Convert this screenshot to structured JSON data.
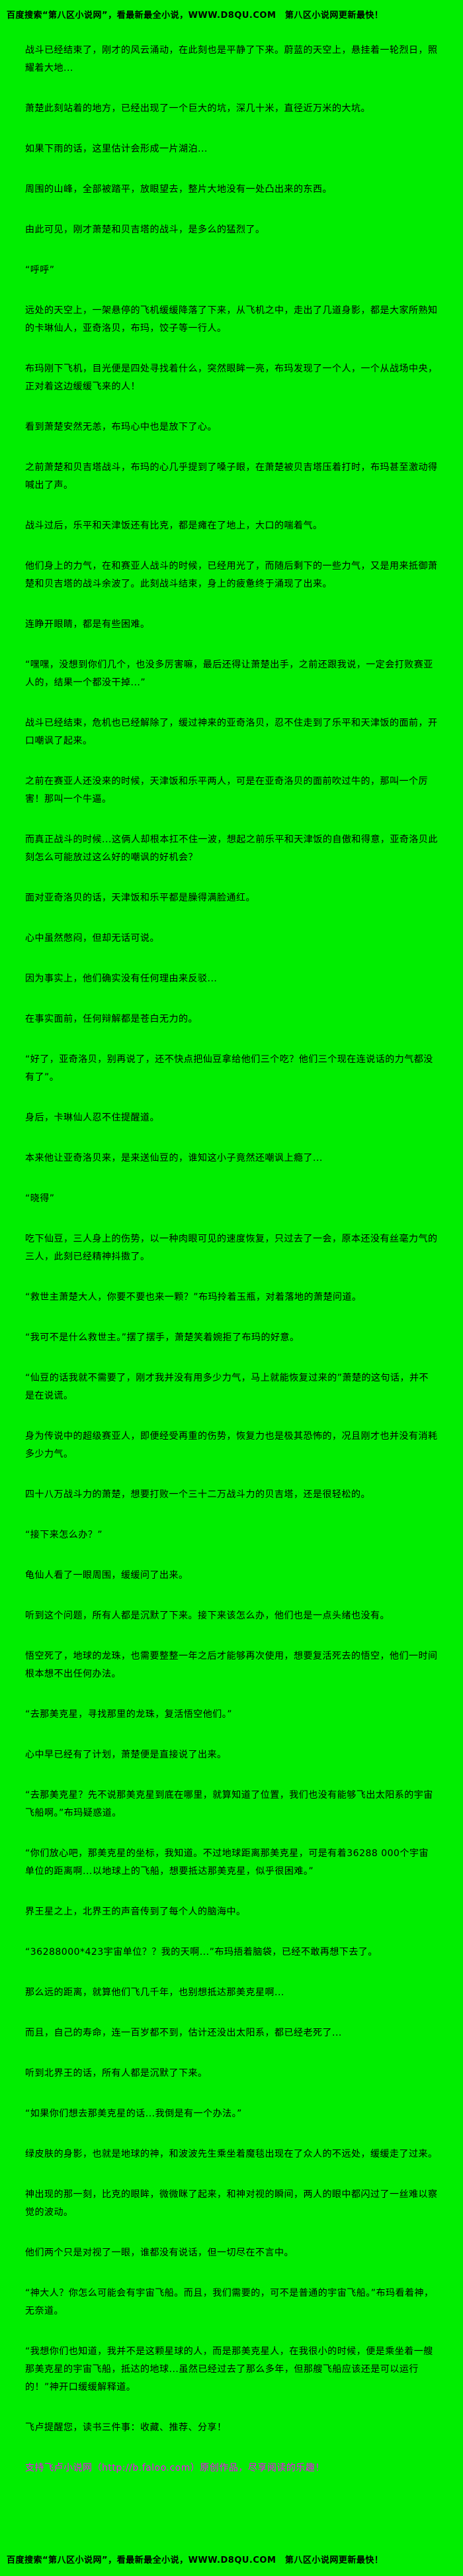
{
  "colors": {
    "background": "#00ee00",
    "text": "#000000",
    "promo_text": "#ff00ff"
  },
  "header": {
    "text": "百度搜索“第八区小说网”，看最新最全小说，WWW.D8QU.COM　第八区小说网更新最快！"
  },
  "content": {
    "paragraphs": [
      "战斗已经结束了，刚才的风云涌动，在此刻也是平静了下来。蔚蓝的天空上，悬挂着一轮烈日，照耀着大地...",
      "萧楚此刻站着的地方，已经出现了一个巨大的坑，深几十米，直径近万米的大坑。",
      "如果下雨的话，这里估计会形成一片湖泊...",
      "周围的山峰，全部被踏平，放眼望去，整片大地没有一处凸出来的东西。",
      "由此可见，刚才萧楚和贝吉塔的战斗，是多么的猛烈了。",
      "“呼呼”",
      "远处的天空上，一架悬停的飞机缓缓降落了下来，从飞机之中，走出了几道身影，都是大家所熟知的卡琳仙人，亚奇洛贝，布玛，饺子等一行人。",
      "布玛刚下飞机，目光便是四处寻找着什么，突然眼眸一亮，布玛发现了一个人，一个从战场中央，正对着这边缓缓飞来的人！",
      "看到萧楚安然无恙，布玛心中也是放下了心。",
      "之前萧楚和贝吉塔战斗，布玛的心几乎提到了嗓子眼，在萧楚被贝吉塔压着打时，布玛甚至激动得喊出了声。",
      "战斗过后，乐平和天津饭还有比克，都是瘫在了地上，大口的喘着气。",
      "他们身上的力气，在和赛亚人战斗的时候，已经用光了，而随后剩下的一些力气，又是用来抵御萧楚和贝吉塔的战斗余波了。此刻战斗结束，身上的疲惫终于涌现了出来。",
      "连睁开眼睛，都是有些困难。",
      "“嘿嘿，没想到你们几个，也没多厉害嘛，最后还得让萧楚出手，之前还跟我说，一定会打败赛亚人的，结果一个都没干掉...”",
      "战斗已经结束，危机也已经解除了，缓过神来的亚奇洛贝，忍不住走到了乐平和天津饭的面前，开口嘲讽了起来。",
      "之前在赛亚人还没来的时候，天津饭和乐平两人，可是在亚奇洛贝的面前吹过牛的，那叫一个厉害！那叫一个牛逼。",
      "而真正战斗的时候...这俩人却根本扛不住一波，想起之前乐平和天津饭的自傲和得意，亚奇洛贝此刻怎么可能放过这么好的嘲讽的好机会？",
      "面对亚奇洛贝的话，天津饭和乐平都是臊得满脸通红。",
      "心中虽然憋闷，但却无话可说。",
      "因为事实上，他们确实没有任何理由来反驳...",
      "在事实面前，任何辩解都是苍白无力的。",
      "“好了，亚奇洛贝，别再说了，还不快点把仙豆拿给他们三个吃？他们三个现在连说话的力气都没有了”。",
      "身后，卡琳仙人忍不住提醒道。",
      "本来他让亚奇洛贝来，是来送仙豆的，谁知这小子竟然还嘲讽上瘾了...",
      "“晓得”",
      "吃下仙豆，三人身上的伤势，以一种肉眼可见的速度恢复，只过去了一会，原本还没有丝毫力气的三人，此刻已经精神抖擞了。",
      "“救世主萧楚大人，你要不要也来一颗？”布玛拎着玉瓶，对着落地的萧楚问道。",
      "“我可不是什么救世主。”摆了摆手，萧楚笑着婉拒了布玛的好意。",
      "“仙豆的话我就不需要了，刚才我并没有用多少力气，马上就能恢复过来的”萧楚的这句话，并不是在说谎。",
      "身为传说中的超级赛亚人，即便经受再重的伤势，恢复力也是极其恐怖的，况且刚才也并没有消耗多少力气。",
      "四十八万战斗力的萧楚，想要打败一个三十二万战斗力的贝吉塔，还是很轻松的。",
      "“接下来怎么办？”",
      "龟仙人看了一眼周围，缓缓问了出来。",
      "听到这个问题，所有人都是沉默了下来。接下来该怎么办，他们也是一点头绪也没有。",
      "悟空死了，地球的龙珠，也需要整整一年之后才能够再次使用，想要复活死去的悟空，他们一时间根本想不出任何办法。",
      "“去那美克星，寻找那里的龙珠，复活悟空他们。”",
      "心中早已经有了计划，萧楚便是直接说了出来。",
      "“去那美克星？先不说那美克星到底在哪里，就算知道了位置，我们也没有能够飞出太阳系的宇宙飞船啊。”布玛疑惑道。",
      "“你们放心吧，那美克星的坐标，我知道。不过地球距离那美克星，可是有着36288 000个宇宙单位的距离啊...以地球上的飞船，想要抵达那美克星，似乎很困难。”",
      "界王星之上，北界王的声音传到了每个人的脑海中。",
      "“36288000*423宇宙单位？？我的天啊...”布玛捂着脑袋，已经不敢再想下去了。",
      "那么远的距离，就算他们飞几千年，也别想抵达那美克星啊...",
      "而且，自己的寿命，连一百岁都不到，估计还没出太阳系，都已经老死了...",
      "听到北界王的话，所有人都是沉默了下来。",
      "“如果你们想去那美克星的话...我倒是有一个办法。”",
      "绿皮肤的身影，也就是地球的神，和波波先生乘坐着魔毯出现在了众人的不远处，缓缓走了过来。",
      "神出现的那一刻，比克的眼眸，微微眯了起来，和神对视的瞬间，两人的眼中都闪过了一丝难以察觉的波动。",
      "他们两个只是对视了一眼，谁都没有说话，但一切尽在不言中。",
      "“神大人？你怎么可能会有宇宙飞船。而且，我们需要的，可不是普通的宇宙飞船。”布玛看着神，无奈道。",
      "“我想你们也知道，我并不是这颗星球的人，而是那美克星人，在我很小的时候，便是乘坐着一艘那美克星的宇宙飞船，抵达的地球...虽然已经过去了那么多年，但那艘飞船应该还是可以运行的！”神开口缓缓解释道。"
    ]
  },
  "footer": {
    "reminder": "飞卢提醒您，读书三件事：收藏、推荐、分享！",
    "promo": "支持飞卢小说网（http://b.faloo.com）原创作品，尽享阅读的乐趣！",
    "repeat": "百度搜索“第八区小说网”，看最新最全小说，WWW.D8QU.COM　第八区小说网更新最快！"
  }
}
